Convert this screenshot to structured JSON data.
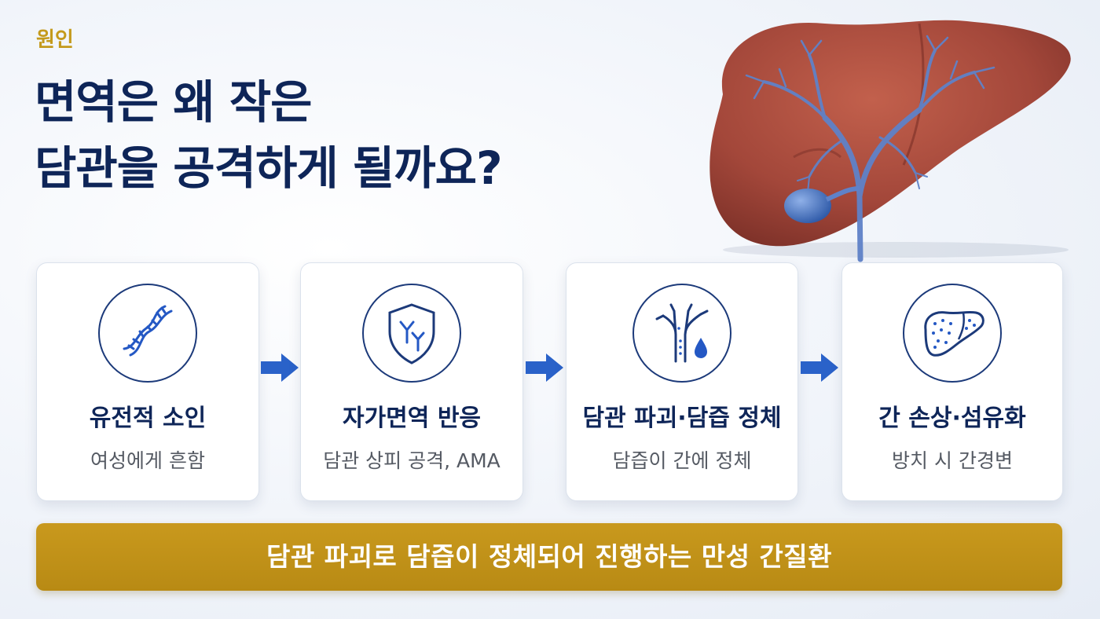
{
  "header": {
    "eyebrow": "원인",
    "title_line1": "면역은 왜 작은",
    "title_line2": "담관을 공격하게 될까요?"
  },
  "steps": [
    {
      "title": "유전적 소인",
      "subtitle": "여성에게 흔함",
      "icon": "dna-icon"
    },
    {
      "title": "자가면역 반응",
      "subtitle": "담관 상피 공격, AMA",
      "icon": "antibody-shield-icon"
    },
    {
      "title": "담관 파괴·담즙 정체",
      "subtitle": "담즙이 간에 정체",
      "icon": "bile-duct-drop-icon"
    },
    {
      "title": "간 손상·섬유화",
      "subtitle": "방치 시 간경변",
      "icon": "liver-fibrosis-icon"
    }
  ],
  "banner": {
    "text": "담관 파괴로 담즙이 정체되어 진행하는 만성 간질환"
  },
  "colors": {
    "navy": "#0e2558",
    "gold": "#c49a1c",
    "arrow_blue": "#2a62c9",
    "liver": "#a84a3c",
    "duct_blue": "#6f8fd0"
  }
}
